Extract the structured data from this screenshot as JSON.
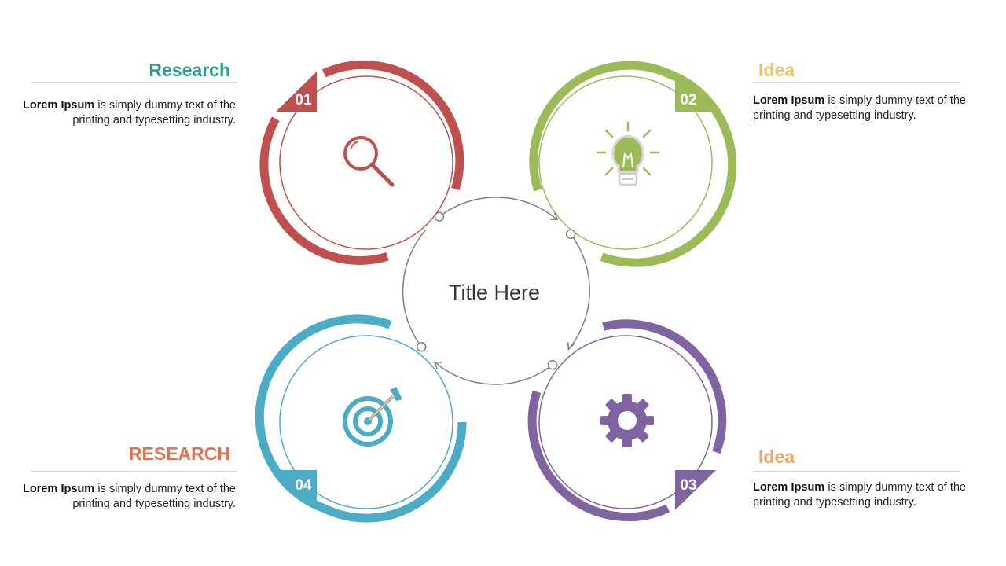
{
  "center_title": "Title Here",
  "colors": {
    "step1": "#c0504d",
    "step2": "#9bbb59",
    "step3": "#8064a2",
    "step4": "#4bacc6"
  },
  "steps": [
    {
      "number": "01",
      "heading": "Research",
      "heading_color": "#2a9d8f",
      "icon": "magnifier-icon",
      "bold": "Lorem Ipsum",
      "text": " is simply dummy text of the printing and typesetting industry."
    },
    {
      "number": "02",
      "heading": "Idea",
      "heading_color": "#e9c46a",
      "icon": "lightbulb-icon",
      "bold": "Lorem Ipsum",
      "text": " is simply dummy text of the printing and typesetting industry."
    },
    {
      "number": "03",
      "heading": "Idea",
      "heading_color": "#f4a261",
      "icon": "gear-icon",
      "bold": "Lorem Ipsum",
      "text": " is simply dummy text of the printing and typesetting industry."
    },
    {
      "number": "04",
      "heading": "RESEARCH",
      "heading_color": "#e76f51",
      "icon": "target-icon",
      "bold": "Lorem Ipsum",
      "text": " is simply dummy text of the printing and typesetting industry."
    }
  ]
}
